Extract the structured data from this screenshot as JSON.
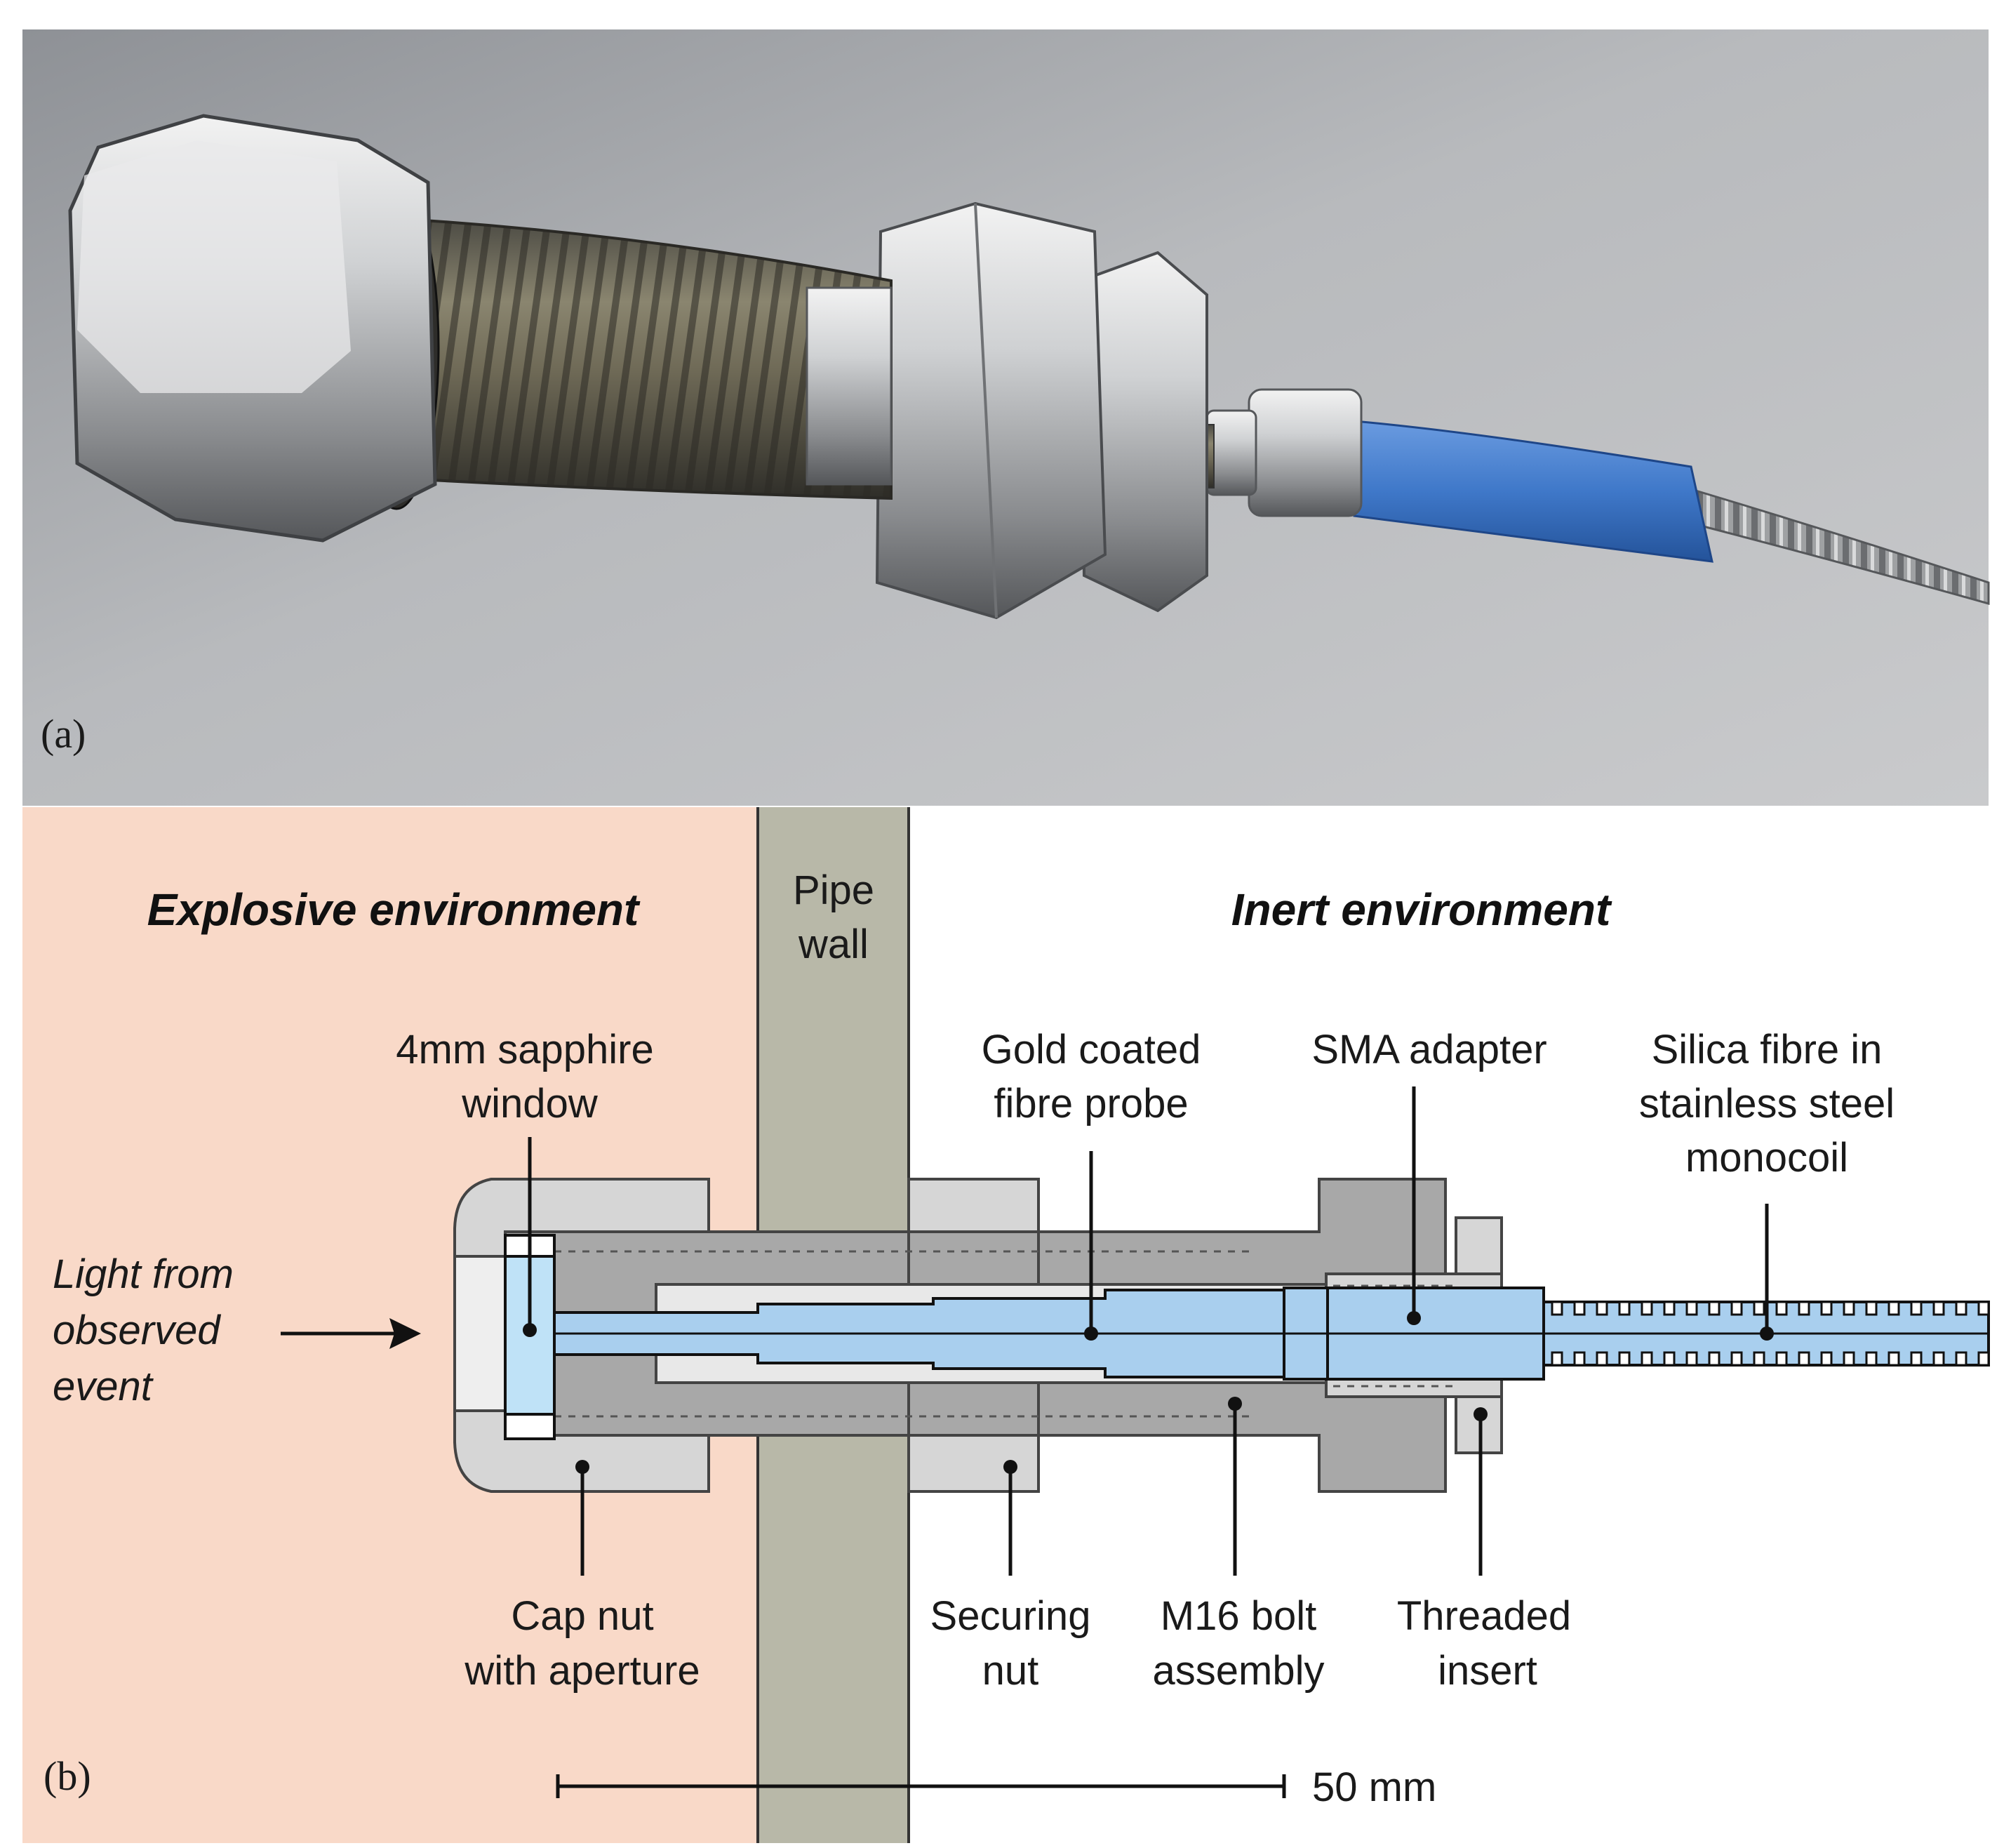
{
  "panel_a": {
    "label": "(a)",
    "photo_subject": "bolt-probe-assembly-photo"
  },
  "panel_b": {
    "label": "(b)",
    "zones": {
      "explosive": "Explosive environment",
      "pipe_wall_line1": "Pipe",
      "pipe_wall_line2": "wall",
      "inert": "Inert environment"
    },
    "light_label": [
      "Light from",
      "observed",
      "event"
    ],
    "callouts": {
      "sapphire": [
        "4mm sapphire",
        "window"
      ],
      "probe": [
        "Gold coated",
        "fibre probe"
      ],
      "sma": [
        "SMA adapter"
      ],
      "silica": [
        "Silica fibre in",
        "stainless steel",
        "monocoil"
      ],
      "cap_nut": [
        "Cap nut",
        "with aperture"
      ],
      "securing_nut": [
        "Securing",
        "nut"
      ],
      "bolt": [
        "M16 bolt",
        "assembly"
      ],
      "insert": [
        "Threaded",
        "insert"
      ]
    },
    "scale_bar": "50 mm"
  },
  "colors": {
    "explosive_bg": "#f9d9c8",
    "pipe_wall": "#b8b8a8",
    "metal_light": "#d6d6d6",
    "metal_dark": "#a8a8a8",
    "fibre_blue": "#a9cfee",
    "window_blue": "#bfe2f7",
    "photo_bg": "#b9bbbe",
    "tape_blue": "#3f78c9"
  }
}
